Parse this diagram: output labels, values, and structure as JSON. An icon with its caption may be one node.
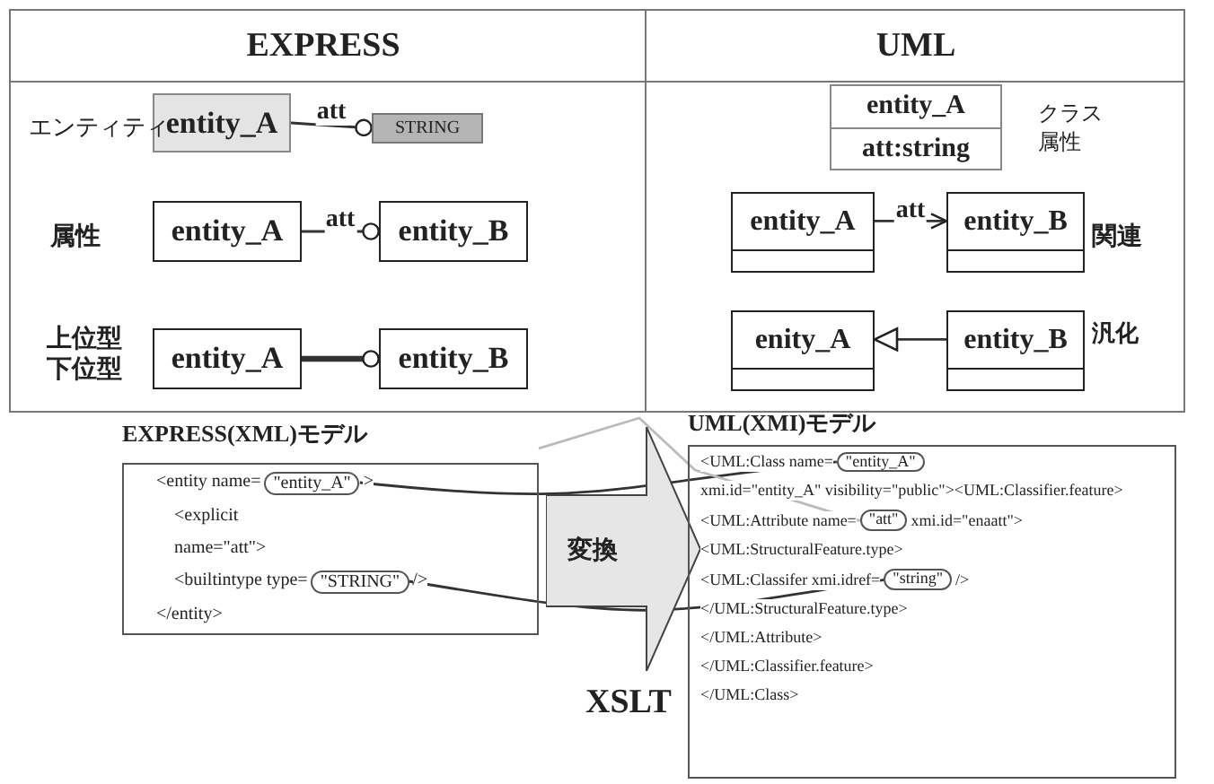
{
  "diagram": {
    "nodes": [
      {
        "text": [
          "entity_A"
        ]
      },
      {
        "text": [
          "STRING"
        ]
      },
      {
        "text": [
          "entity_A"
        ]
      },
      {
        "text": [
          "entity_B"
        ]
      },
      {
        "text": [
          "entity_A"
        ]
      },
      {
        "text": [
          "entity_B"
        ]
      },
      {
        "text": [
          "entity_A",
          "att:string"
        ]
      },
      {
        "text": [
          "entity_A"
        ]
      },
      {
        "text": [
          "entity_B"
        ]
      },
      {
        "text": [
          "enity_A"
        ]
      },
      {
        "text": [
          "entity_B"
        ]
      },
      {
        "text": [
          "EXPRESS(XML)モデル",
          "<entity name=",
          ">",
          "<explicit",
          "name=\"att\">",
          "<builtintype type=",
          "/>",
          "</entity>"
        ]
      },
      {
        "text": [
          "\"entity_A\""
        ],
        "in": 11
      },
      {
        "text": [
          "\"STRING\""
        ],
        "in": 11
      },
      {
        "text": [
          "変換"
        ],
        "beside": [
          "XSLT"
        ]
      },
      {
        "text": [
          "UML(XMI)モデル",
          "<UML:Class name=",
          "xmi.id=\"entity_A\" visibility=\"public\"><UML:Classifier.feature>",
          "<UML:Attribute name=",
          "xmi.id=\"enaatt\">",
          "<UML:StructuralFeature.type>",
          "<UML:Classifer xmi.idref=",
          "/>",
          "</UML:StructuralFeature.type>",
          "</UML:Attribute>",
          "</UML:Classifier.feature>",
          "</UML:Class>"
        ]
      },
      {
        "text": [
          "\"entity_A\""
        ],
        "in": 15
      },
      {
        "text": [
          "\"att\""
        ],
        "in": 15
      },
      {
        "text": [
          "\"string\""
        ],
        "in": 15
      }
    ],
    "edges": [
      {
        "from": 0,
        "to": 1,
        "arrow": "other",
        "label": "att"
      },
      {
        "from": 2,
        "to": 3,
        "arrow": "other",
        "label": "att"
      },
      {
        "from": 4,
        "to": 5,
        "arrow": "other",
        "style": "thick"
      },
      {
        "from": 7,
        "to": 8,
        "arrow": "to",
        "label": "att"
      },
      {
        "from": 10,
        "to": 9,
        "arrow": "to"
      },
      {
        "from": 12,
        "to": 16,
        "arrow": "none"
      },
      {
        "from": 11,
        "to": 17,
        "arrow": "none",
        "color": "#bbbbbb"
      },
      {
        "from": 13,
        "to": 18,
        "arrow": "none"
      }
    ],
    "labels": [
      "EXPRESS",
      "UML",
      "エンティティ",
      "属性",
      "上位型下位型",
      "クラス属性",
      "関連",
      "汎化"
    ]
  }
}
